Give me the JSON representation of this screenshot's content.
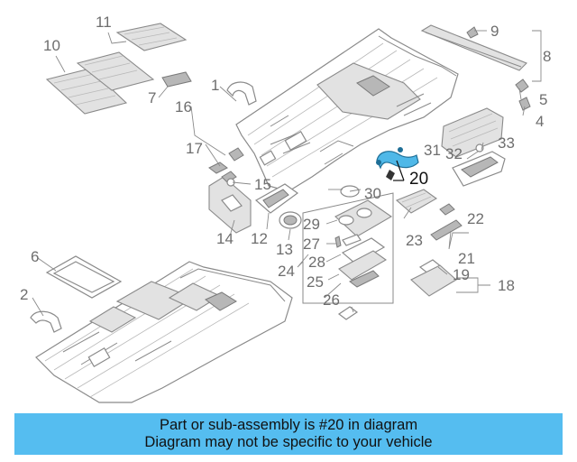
{
  "callouts": [
    "1",
    "2",
    "4",
    "5",
    "6",
    "7",
    "8",
    "9",
    "10",
    "11",
    "12",
    "13",
    "14",
    "15",
    "16",
    "17",
    "18",
    "19",
    "20",
    "21",
    "22",
    "23",
    "24",
    "25",
    "26",
    "27",
    "28",
    "29",
    "30",
    "31",
    "32",
    "33"
  ],
  "highlight": {
    "part_number": "20",
    "color": "#4fb8e8"
  },
  "banner": {
    "line1": "Part or sub-assembly is #20 in diagram",
    "line2": "Diagram may not be specific to your vehicle",
    "background": "#55bdf0"
  }
}
